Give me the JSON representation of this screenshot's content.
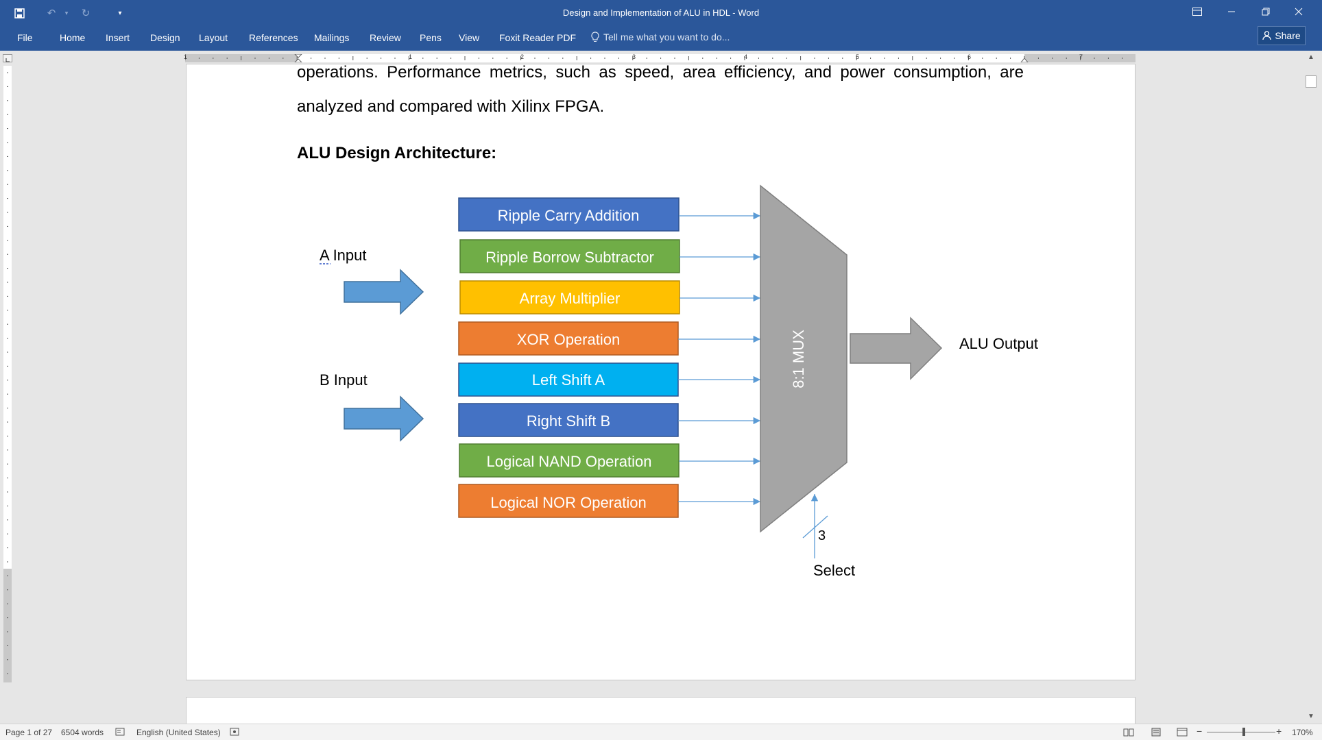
{
  "window": {
    "title": "Design and Implementation of ALU in HDL - Word"
  },
  "ribbon": {
    "tabs": [
      "File",
      "Home",
      "Insert",
      "Design",
      "Layout",
      "References",
      "Mailings",
      "Review",
      "Pens",
      "View",
      "Foxit Reader PDF"
    ],
    "tell_me": "Tell me what you want to do...",
    "share": "Share"
  },
  "ruler": {
    "numbers": [
      "1",
      "1",
      "2",
      "3",
      "4",
      "5",
      "6",
      "7"
    ]
  },
  "document": {
    "line1": "operations. Performance metrics, such as speed, area efficiency, and power consumption, are",
    "line2": "analyzed and compared with Xilinx FPGA.",
    "heading": "ALU Design Architecture:"
  },
  "diagram": {
    "a_input": "A Input",
    "b_input": "B Input",
    "blocks": [
      {
        "label": "Ripple Carry Addition",
        "color": "#4472c4"
      },
      {
        "label": "Ripple Borrow Subtractor",
        "color": "#70ad47"
      },
      {
        "label": "Array Multiplier",
        "color": "#ffc000"
      },
      {
        "label": "XOR Operation",
        "color": "#ed7d31"
      },
      {
        "label": "Left Shift A",
        "color": "#00b0f0"
      },
      {
        "label": "Right Shift B",
        "color": "#4472c4"
      },
      {
        "label": "Logical NAND Operation",
        "color": "#70ad47"
      },
      {
        "label": "Logical NOR Operation",
        "color": "#ed7d31"
      }
    ],
    "mux_label": "8:1 MUX",
    "output": "ALU Output",
    "select_bits": "3",
    "select": "Select",
    "mux_color": "#a5a5a5",
    "input_arrow_color": "#5b9bd5"
  },
  "status": {
    "page": "Page 1 of 27",
    "words": "6504 words",
    "language": "English (United States)",
    "zoom": "170%"
  }
}
